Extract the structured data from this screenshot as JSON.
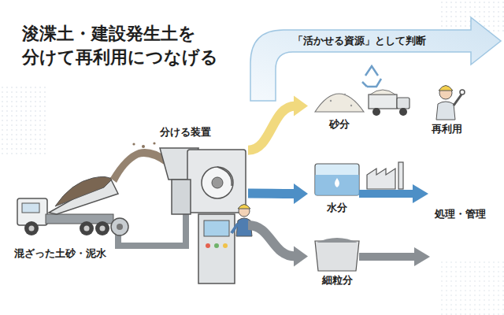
{
  "diagram": {
    "title": "浚渫土・建設発生土を 分けて再利用につなげる",
    "nodes": [
      {
        "text": [
          "混ざった土砂・泥水"
        ]
      },
      {
        "text": [
          "分ける装置"
        ]
      },
      {
        "text": [
          "砂分"
        ]
      },
      {
        "text": [
          "水分"
        ]
      },
      {
        "text": [
          "細粒分"
        ]
      }
    ],
    "edges": [
      {
        "from": 1,
        "to": 2,
        "arrow": "to"
      },
      {
        "from": 1,
        "to": 3,
        "arrow": "to"
      },
      {
        "from": 1,
        "to": 4,
        "arrow": "to"
      }
    ],
    "labels": [
      "「活かせる資源」として判断",
      "再利用",
      "処理・管理"
    ]
  }
}
